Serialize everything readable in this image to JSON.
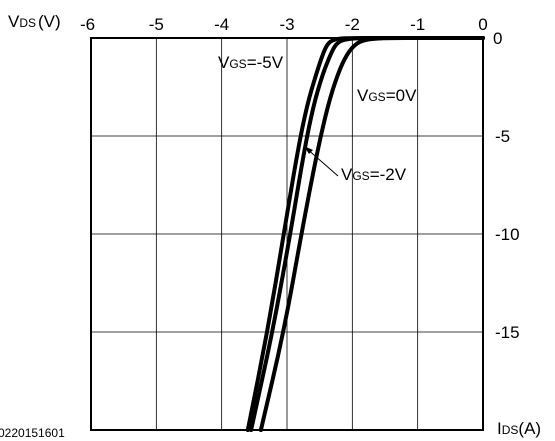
{
  "chart_data": {
    "type": "line",
    "xlabel": "IDS(A)",
    "xlabel_main": "I",
    "xlabel_sub": "DS",
    "xlabel_unit": "(A)",
    "ylabel": "VDS(V)",
    "ylabel_main": "V",
    "ylabel_sub": "DS",
    "ylabel_unit": "(V)",
    "xlim": [
      -6,
      0
    ],
    "ylim": [
      -20,
      0
    ],
    "x_ticks": [
      "-6",
      "-5",
      "-4",
      "-3",
      "-2",
      "-1",
      "0"
    ],
    "x_tick_values": [
      -6,
      -5,
      -4,
      -3,
      -2,
      -1,
      0
    ],
    "y_ticks": [
      "0",
      "-5",
      "-10",
      "-15"
    ],
    "y_tick_values": [
      0,
      -5,
      -10,
      -15
    ],
    "grid": true,
    "series": [
      {
        "name": "VGS=-5V",
        "label_main": "V",
        "label_sub": "GS",
        "label_value": "=-5V",
        "x": [
          -3.6,
          -3.3,
          -3.05,
          -2.85,
          -2.7,
          -2.55,
          -2.45,
          -2.38,
          -2.3,
          -2.2,
          -2.0,
          -1.5,
          -1.0,
          0.0
        ],
        "y": [
          -20,
          -15,
          -10,
          -6,
          -3.5,
          -1.8,
          -0.8,
          -0.3,
          -0.1,
          -0.03,
          0,
          0,
          0,
          0
        ]
      },
      {
        "name": "VGS=-2V",
        "label_main": "V",
        "label_sub": "GS",
        "label_value": "=-2V",
        "x": [
          -3.55,
          -3.22,
          -2.95,
          -2.75,
          -2.6,
          -2.45,
          -2.33,
          -2.25,
          -2.15,
          -2.0,
          -1.8,
          -1.5,
          -1.0,
          0.0
        ],
        "y": [
          -20,
          -15,
          -10,
          -6,
          -3.5,
          -1.8,
          -0.8,
          -0.3,
          -0.1,
          -0.03,
          0,
          0,
          0,
          0
        ]
      },
      {
        "name": "VGS=0V",
        "label_main": "V",
        "label_sub": "GS",
        "label_value": "=0V",
        "x": [
          -3.4,
          -3.05,
          -2.78,
          -2.55,
          -2.38,
          -2.22,
          -2.08,
          -1.95,
          -1.82,
          -1.65,
          -1.4,
          -1.0,
          0.0
        ],
        "y": [
          -20,
          -15,
          -10,
          -6,
          -3.5,
          -1.8,
          -0.8,
          -0.3,
          -0.1,
          -0.03,
          0,
          0,
          0
        ]
      }
    ]
  },
  "figure_code": "0220151601",
  "colors": {
    "line": "#000000",
    "grid": "#000000",
    "background": "#ffffff"
  }
}
